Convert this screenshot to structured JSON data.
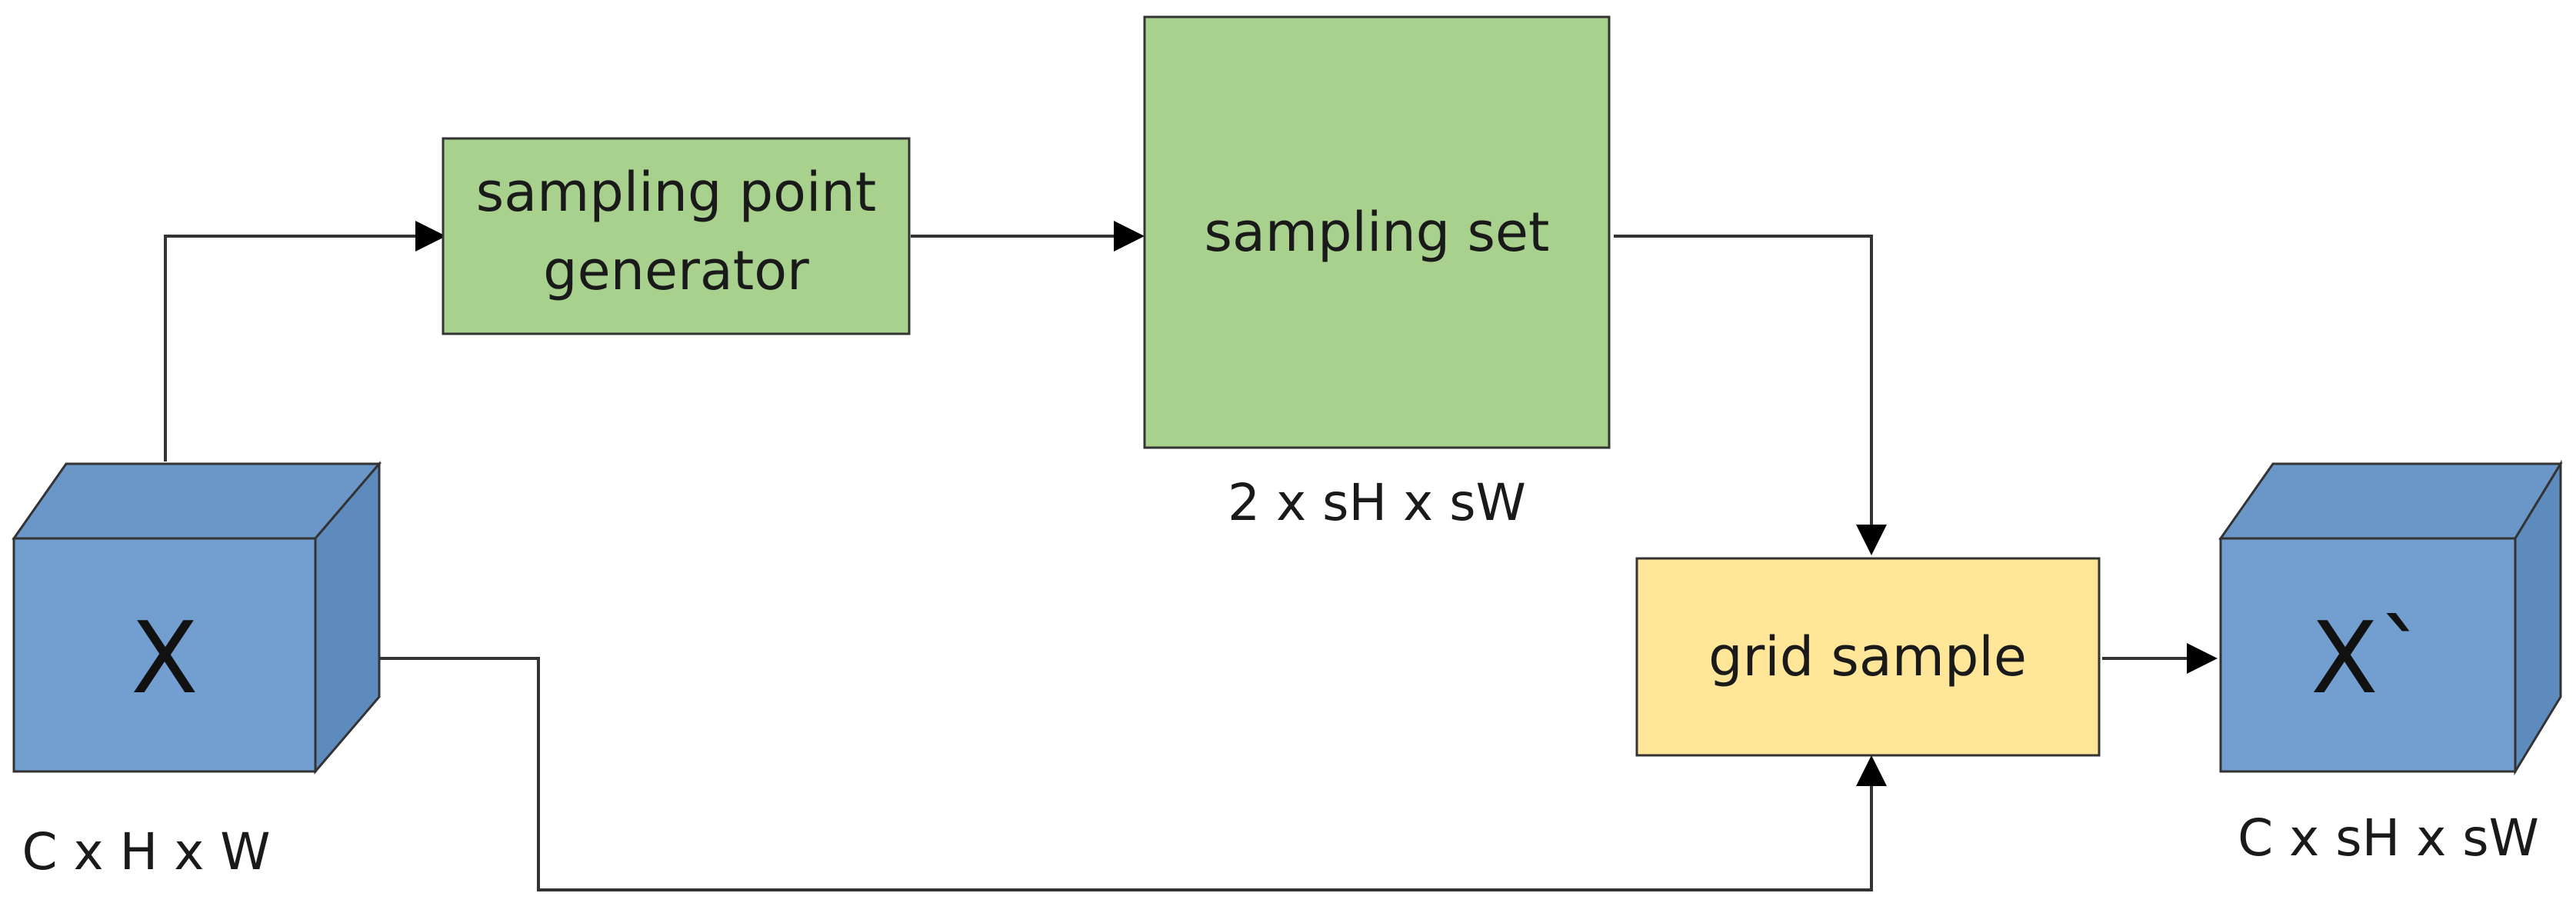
{
  "nodes": {
    "input_cube": {
      "label": "X",
      "dims": "C x H x W"
    },
    "generator": {
      "line1": "sampling point",
      "line2": "generator"
    },
    "sampling_set": {
      "label": "sampling set",
      "dims": "2 x sH x sW"
    },
    "grid_sample": {
      "label": "grid sample"
    },
    "output_cube": {
      "label": "X`",
      "dims": "C x sH x sW"
    }
  },
  "colors": {
    "cube_front": "#729fcf",
    "cube_top": "#6a97c8",
    "cube_side": "#5e8bbd",
    "green_box": "#a9d18e",
    "yellow_box": "#ffe699",
    "stroke": "#333333"
  }
}
